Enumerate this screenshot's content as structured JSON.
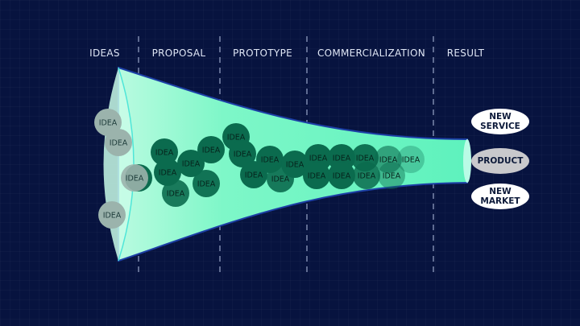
{
  "stages": [
    "IDEAS",
    "PROPOSAL",
    "PROTOTYPE",
    "COMMERCIALIZATION",
    "RESULT"
  ],
  "idea_label": "IDEA",
  "results": [
    {
      "label": "NEW SERVICE",
      "highlighted": false
    },
    {
      "label": "PRODUCT",
      "highlighted": true
    },
    {
      "label": "NEW MARKET",
      "highlighted": false
    }
  ],
  "colors": {
    "background": "#07133f",
    "funnel": "#6ff5c4",
    "idea_dark": "#0b6b4e",
    "idea_gray": "#9bb3ac",
    "result_highlight": "#c9c9cc"
  }
}
